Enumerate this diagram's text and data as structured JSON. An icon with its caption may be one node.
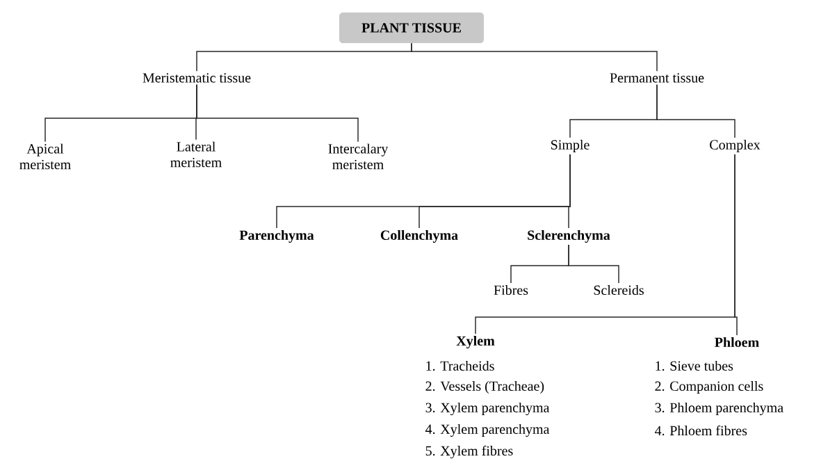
{
  "diagram": {
    "nodes": [
      {
        "text": [
          "PLANT TISSUE"
        ]
      },
      {
        "text": [
          "Meristematic tissue"
        ]
      },
      {
        "text": [
          "Permanent tissue"
        ]
      },
      {
        "text": [
          "Apical meristem"
        ]
      },
      {
        "text": [
          "Lateral meristem"
        ]
      },
      {
        "text": [
          "Intercalary meristem"
        ]
      },
      {
        "text": [
          "Simple"
        ]
      },
      {
        "text": [
          "Complex"
        ]
      },
      {
        "text": [
          "Parenchyma"
        ]
      },
      {
        "text": [
          "Collenchyma"
        ]
      },
      {
        "text": [
          "Sclerenchyma"
        ]
      },
      {
        "text": [
          "Fibres"
        ]
      },
      {
        "text": [
          "Sclereids"
        ]
      },
      {
        "text": [
          "Xylem"
        ],
        "beside": [
          "1. Tracheids",
          "2. Vessels (Tracheae)",
          "3. Xylem parenchyma",
          "4. Xylem parenchyma",
          "5. Xylem fibres"
        ]
      },
      {
        "text": [
          "Phloem"
        ],
        "beside": [
          "1. Sieve tubes",
          "2. Companion cells",
          "3. Phloem parenchyma",
          "4. Phloem fibres"
        ]
      }
    ],
    "edges": [
      {
        "from": 0,
        "to": 1,
        "arrow": "none"
      },
      {
        "from": 0,
        "to": 2,
        "arrow": "none"
      },
      {
        "from": 1,
        "to": 3,
        "arrow": "none"
      },
      {
        "from": 1,
        "to": 4,
        "arrow": "none"
      },
      {
        "from": 1,
        "to": 5,
        "arrow": "none"
      },
      {
        "from": 2,
        "to": 6,
        "arrow": "none"
      },
      {
        "from": 2,
        "to": 7,
        "arrow": "none"
      },
      {
        "from": 6,
        "to": 8,
        "arrow": "none"
      },
      {
        "from": 6,
        "to": 9,
        "arrow": "none"
      },
      {
        "from": 6,
        "to": 10,
        "arrow": "none"
      },
      {
        "from": 10,
        "to": 11,
        "arrow": "none"
      },
      {
        "from": 10,
        "to": 12,
        "arrow": "none"
      },
      {
        "from": 7,
        "to": 13,
        "arrow": "none"
      },
      {
        "from": 7,
        "to": 14,
        "arrow": "none"
      }
    ]
  }
}
